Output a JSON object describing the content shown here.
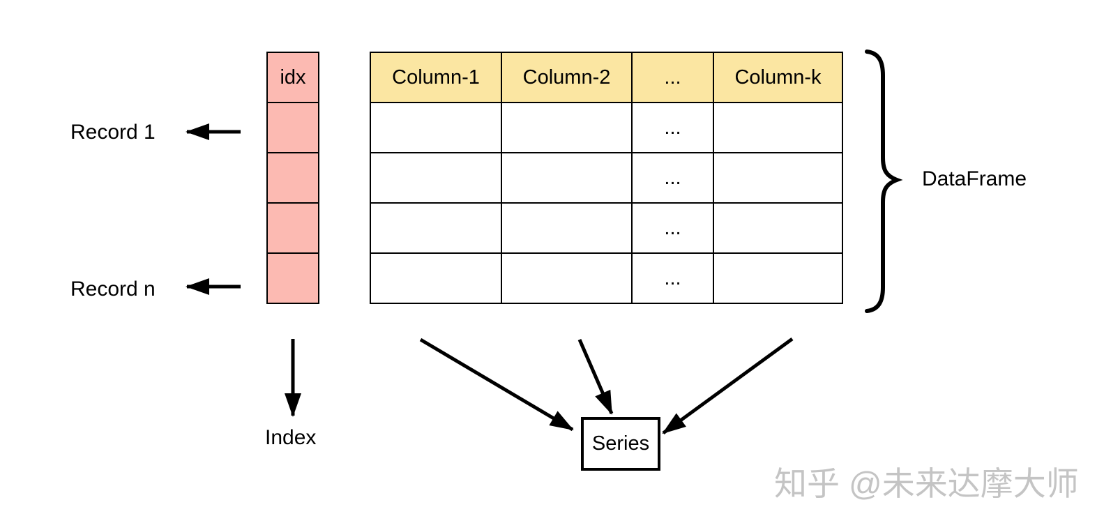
{
  "colors": {
    "index_fill": "#FCBAB2",
    "header_fill": "#FBE6A2",
    "line": "#000000",
    "watermark": "#BEBEBE"
  },
  "index_column": {
    "header": "idx",
    "cells": [
      "",
      "",
      "",
      ""
    ]
  },
  "table": {
    "headers": [
      "Column-1",
      "Column-2",
      "...",
      "Column-k"
    ],
    "rows": [
      [
        "",
        "",
        "...",
        ""
      ],
      [
        "",
        "",
        "...",
        ""
      ],
      [
        "",
        "",
        "...",
        ""
      ],
      [
        "",
        "",
        "...",
        ""
      ]
    ]
  },
  "labels": {
    "record_1": "Record 1",
    "record_n": "Record n",
    "index": "Index",
    "series": "Series",
    "dataframe": "DataFrame"
  },
  "watermark": {
    "text": "知乎 @未来达摩大师"
  }
}
